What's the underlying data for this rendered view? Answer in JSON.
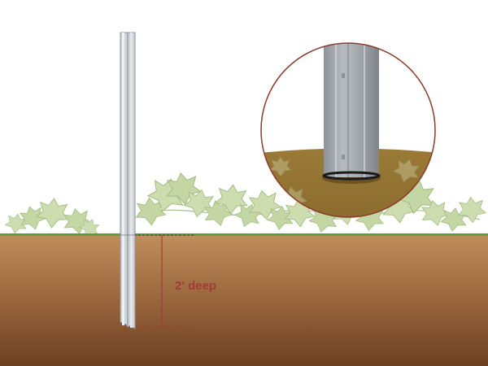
{
  "annotation": {
    "depth_label": "2' deep"
  },
  "colors": {
    "sky": "#ffffff",
    "grass_line": "#5aa03c",
    "soil_top": "#c08e5c",
    "soil_bottom": "#6b4023",
    "vine_leaf": "#b9cf95",
    "vine_leaf_dark": "#9fbc78",
    "post_light": "#d9dde2",
    "post_shadow": "#8e949b",
    "measure_line": "#a23b35",
    "label_color": "#a23b35",
    "zoom_border": "#8a3b2a",
    "zoom_ground": "#9b7a37",
    "zoom_post": "#a9aeb3",
    "post_collar": "#1a1a1a"
  },
  "icons": {
    "post": "metal-fence-post",
    "vines": "grapevine-leaves",
    "zoom": "zoom-detail-circle"
  }
}
